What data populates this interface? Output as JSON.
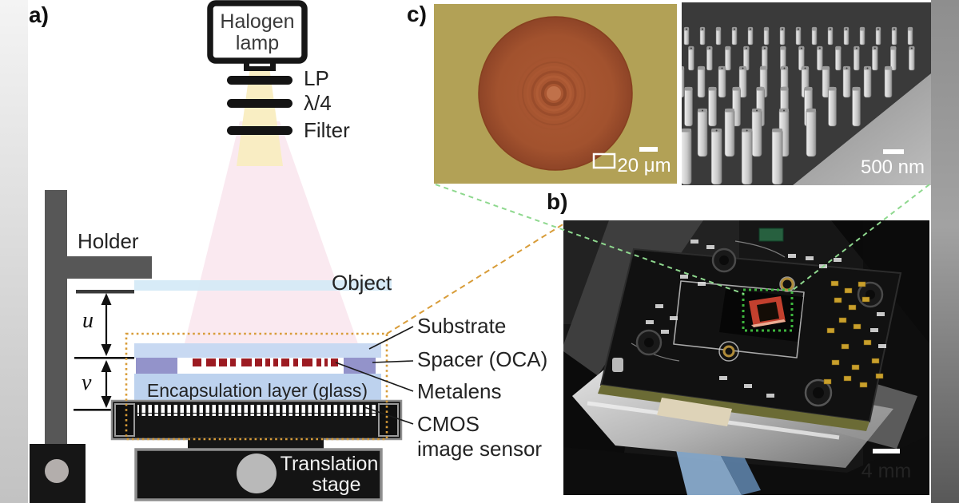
{
  "panel_labels": {
    "a": "a)",
    "b": "b)",
    "c": "c)"
  },
  "schematic": {
    "lamp_line1": "Halogen",
    "lamp_line2": "lamp",
    "optics": [
      "LP",
      "λ/4",
      "Filter"
    ],
    "holder": "Holder",
    "object": "Object",
    "dist_u": "u",
    "dist_v": "v",
    "encapsulation": "Encapsulation layer (glass)",
    "stage_line1": "Translation",
    "stage_line2": "stage",
    "layer_labels": {
      "substrate": "Substrate",
      "spacer": "Spacer (OCA)",
      "metalens": "Metalens",
      "cmos_line1": "CMOS",
      "cmos_line2": "image sensor"
    }
  },
  "micrographs": {
    "optical_scale": "20 μm",
    "sem_scale": "500 nm"
  },
  "photo": {
    "scale": "4 mm"
  },
  "colors": {
    "beam_yellow": "#f9edc0",
    "beam_pink": "#f5d7e3",
    "substrate_blue": "#c8d9f2",
    "encapsulation_blue": "#bdd2ee",
    "object_blue": "#d4eaf6",
    "spacer_purple": "#9393ca",
    "metalens_red": "#9c1b22",
    "outline_orange": "#d89c38",
    "link_green": "#8ed88e",
    "holder_gray": "#575757"
  }
}
